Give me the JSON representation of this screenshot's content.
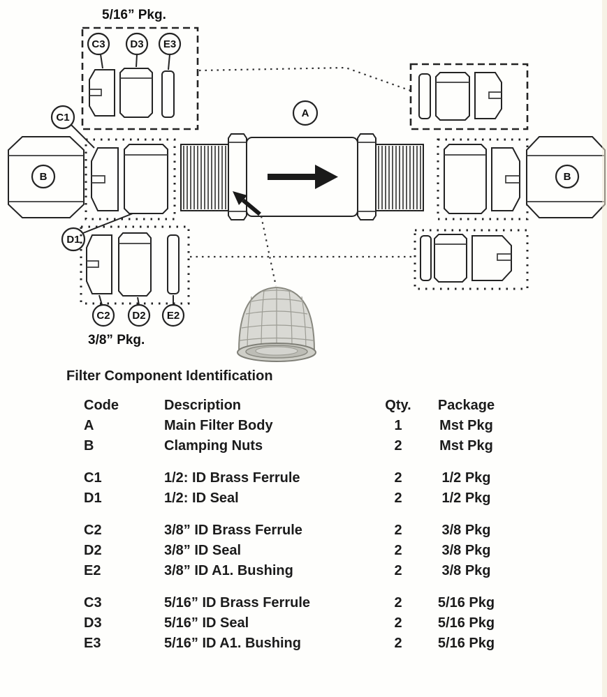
{
  "page": {
    "ink_color": "#1b1b1b",
    "paper_color": "#fefefc"
  },
  "diagram": {
    "package_labels": {
      "top": "5/16” Pkg.",
      "bottom": "3/8” Pkg."
    },
    "part_labels": {
      "a": "A",
      "b_left": "B",
      "b_right": "B",
      "c1": "C1",
      "d1": "D1",
      "c2": "C2",
      "d2": "D2",
      "e2": "E2",
      "c3": "C3",
      "d3": "D3",
      "e3": "E3"
    }
  },
  "table": {
    "title": "Filter Component Identification",
    "headers": {
      "code": "Code",
      "description": "Description",
      "qty": "Qty.",
      "package": "Package"
    },
    "rows": [
      {
        "code": "A",
        "description": "Main Filter Body",
        "qty": "1",
        "package": "Mst Pkg"
      },
      {
        "code": "B",
        "description": "Clamping Nuts",
        "qty": "2",
        "package": "Mst Pkg"
      },
      {
        "code": "C1",
        "description": "1/2: ID Brass Ferrule",
        "qty": "2",
        "package": "1/2 Pkg"
      },
      {
        "code": "D1",
        "description": "1/2: ID Seal",
        "qty": "2",
        "package": "1/2 Pkg"
      },
      {
        "code": "C2",
        "description": "3/8” ID Brass Ferrule",
        "qty": "2",
        "package": "3/8 Pkg"
      },
      {
        "code": "D2",
        "description": "3/8” ID Seal",
        "qty": "2",
        "package": "3/8 Pkg"
      },
      {
        "code": "E2",
        "description": "3/8” ID A1. Bushing",
        "qty": "2",
        "package": "3/8 Pkg"
      },
      {
        "code": "C3",
        "description": "5/16” ID Brass Ferrule",
        "qty": "2",
        "package": "5/16 Pkg"
      },
      {
        "code": "D3",
        "description": "5/16” ID Seal",
        "qty": "2",
        "package": "5/16 Pkg"
      },
      {
        "code": "E3",
        "description": "5/16” ID A1. Bushing",
        "qty": "2",
        "package": "5/16 Pkg"
      }
    ]
  }
}
